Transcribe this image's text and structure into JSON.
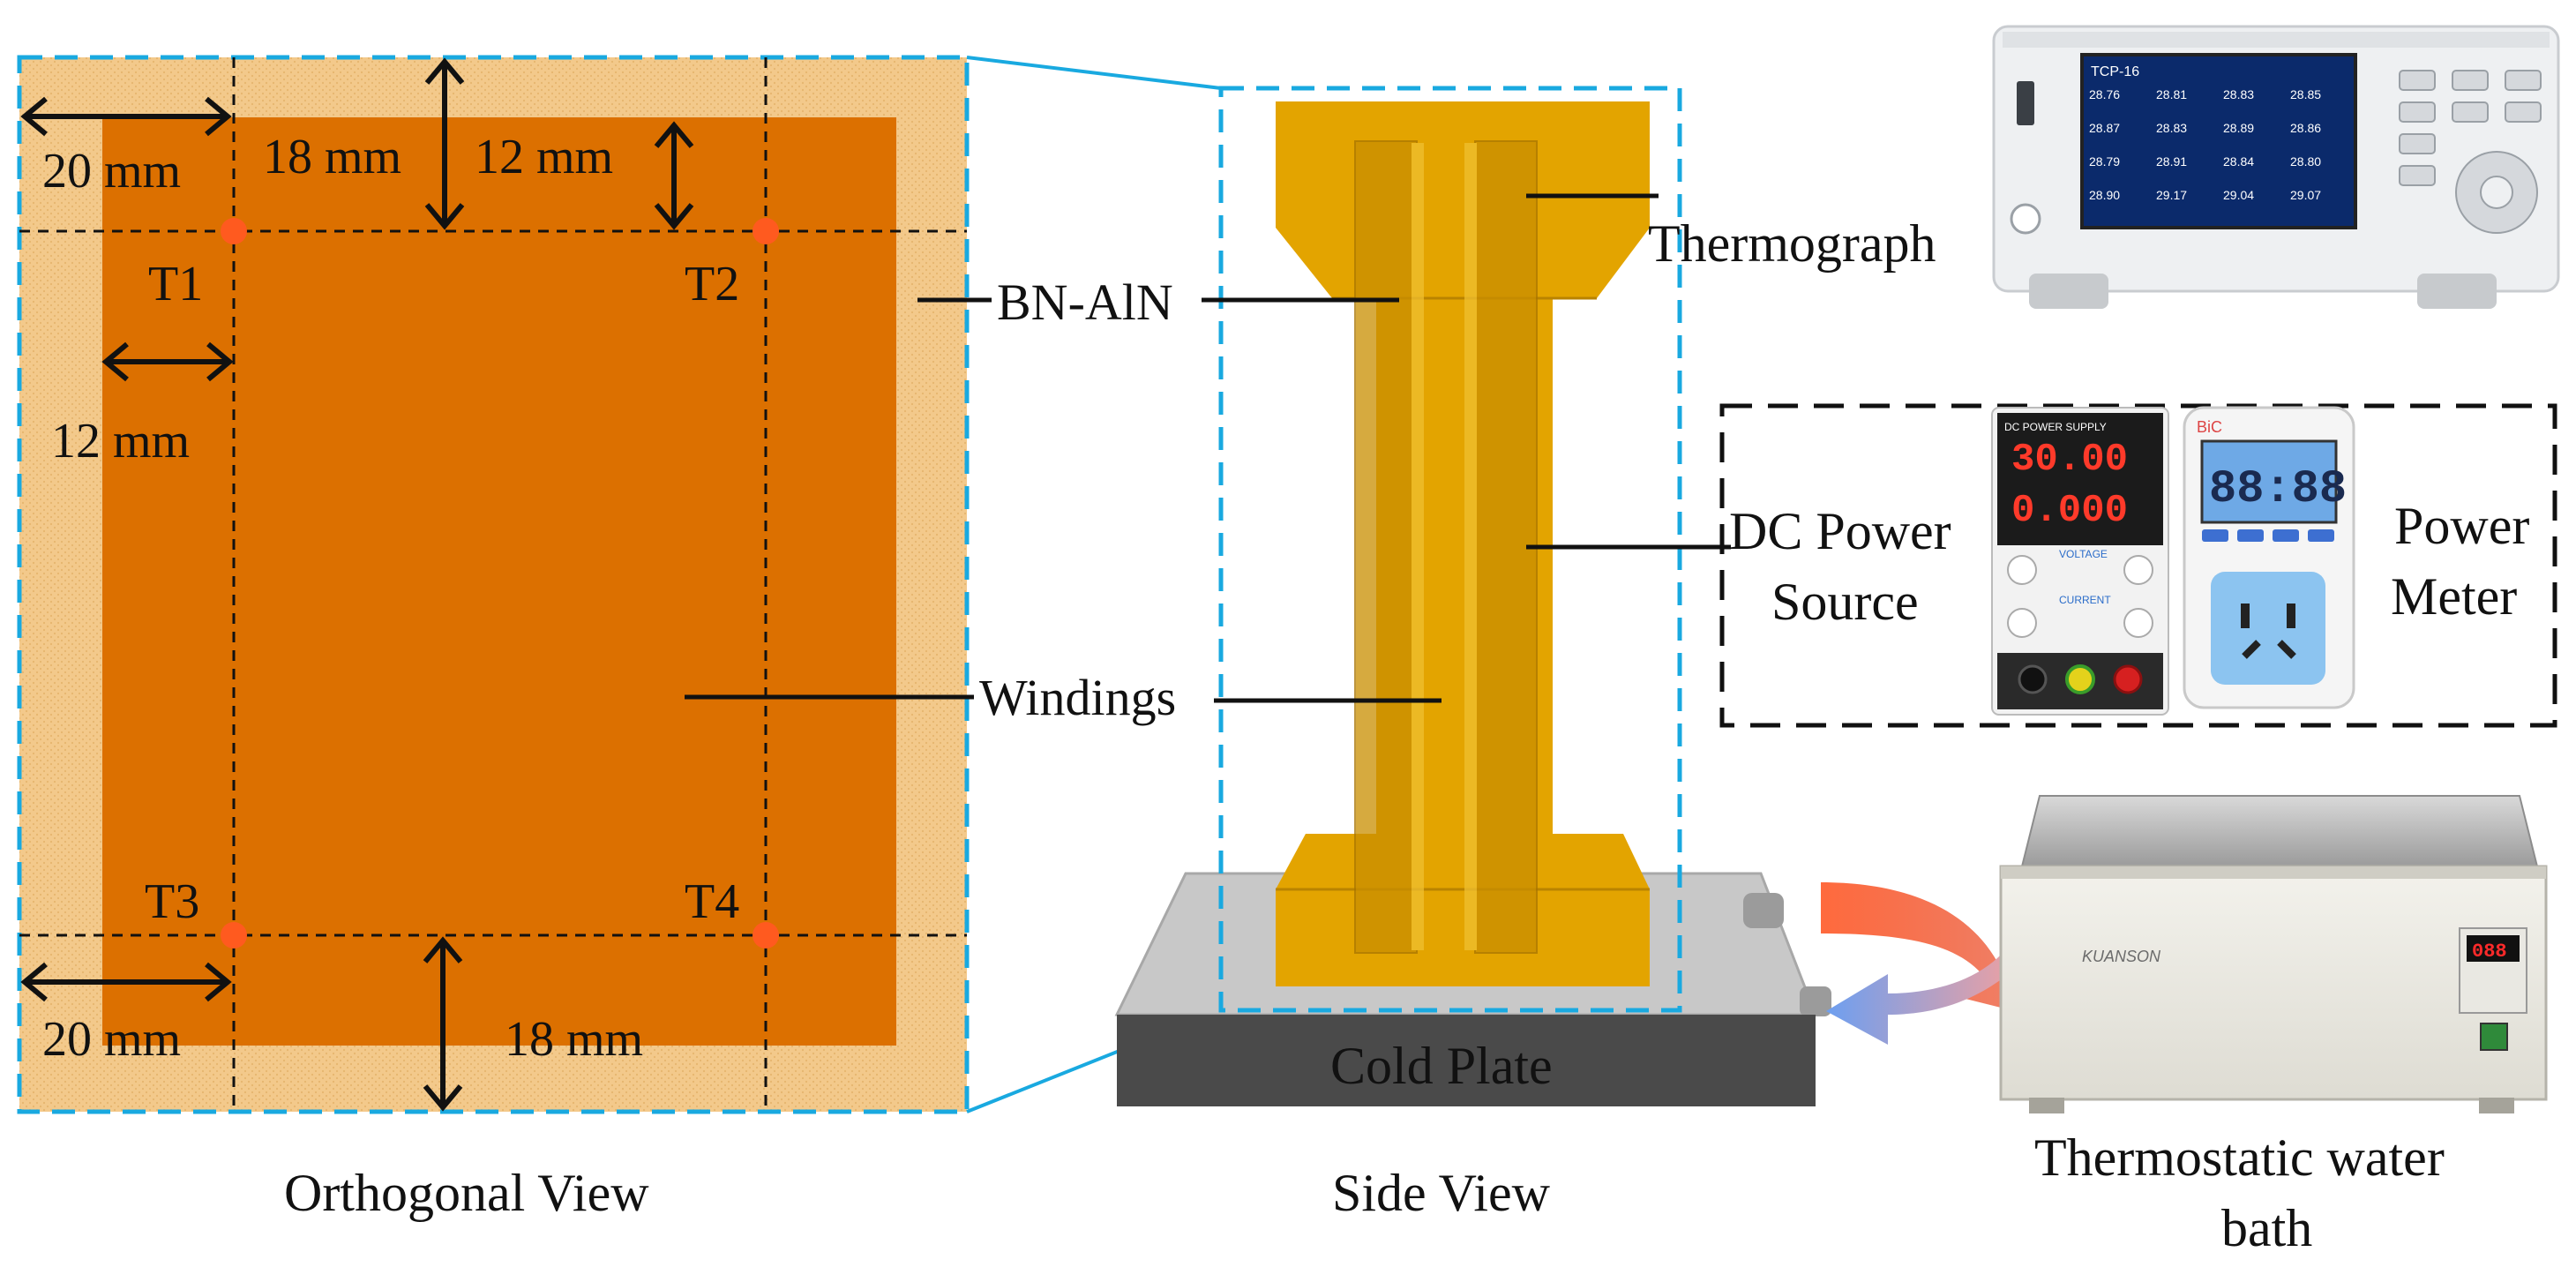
{
  "orthogonal_view": {
    "caption": "Orthogonal View",
    "dim_20mm_top": "20 mm",
    "dim_18mm_top": "18 mm",
    "dim_12mm_top": "12 mm",
    "dim_12mm_left": "12 mm",
    "dim_20mm_bottom": "20 mm",
    "dim_18mm_bottom": "18 mm",
    "sensors": [
      "T1",
      "T2",
      "T3",
      "T4"
    ],
    "colors": {
      "plate": "#f3c98b",
      "winding": "#dc7000",
      "sensor": "#ff5a1f",
      "frame": "#19a9e0"
    }
  },
  "side_view": {
    "caption": "Side View",
    "bn_aln_label": "BN-AlN",
    "windings_label": "Windings",
    "cold_plate_label": "Cold Plate",
    "colors": {
      "core": "#e3a400",
      "core_dark": "#c98e00",
      "plate_top": "#c8c8c8",
      "plate_front": "#4a4a4a"
    }
  },
  "equipment": {
    "thermograph_label": "Thermograph",
    "dc_power_line1": "DC Power",
    "dc_power_line2": "Source",
    "power_meter_line1": "Power",
    "power_meter_line2": "Meter",
    "water_bath_line1": "Thermostatic water",
    "water_bath_line2": "bath",
    "thermograph_screen": {
      "title": "TCP-16",
      "readings": [
        "28.76",
        "28.81",
        "28.83",
        "28.85",
        "28.87",
        "28.83",
        "28.89",
        "28.86",
        "28.79",
        "28.91",
        "28.84",
        "28.80",
        "28.90",
        "29.17",
        "29.04",
        "29.07"
      ]
    },
    "dc_supply_display": {
      "voltage": "30.00",
      "current": "0.000",
      "voltage_label": "VOLTAGE",
      "current_label": "CURRENT",
      "header": "DC POWER SUPPLY"
    },
    "power_meter_display": {
      "value": "88:88",
      "brand": "BiC"
    },
    "water_bath_brand": "KUANSON",
    "water_bath_display": "088"
  }
}
